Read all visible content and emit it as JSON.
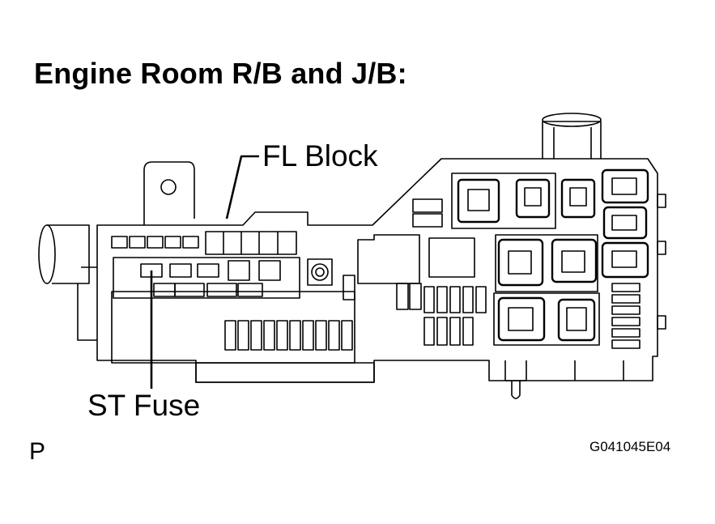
{
  "title": "Engine Room R/B and J/B:",
  "callouts": {
    "fl_block": "FL Block",
    "st_fuse": "ST Fuse"
  },
  "corner_mark": "P",
  "figure_code": "G041045E04",
  "colors": {
    "line": "#000000",
    "background": "#ffffff"
  }
}
